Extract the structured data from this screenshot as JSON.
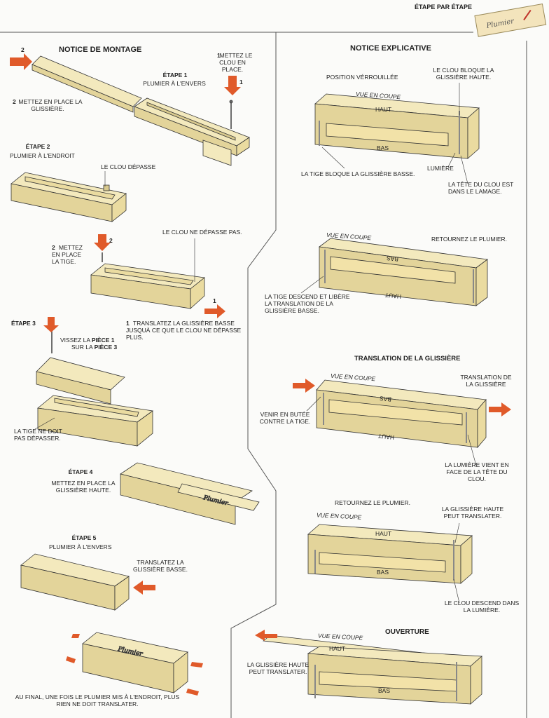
{
  "header": {
    "title": "ÉTAPE PAR ÉTAPE"
  },
  "left": {
    "title": "NOTICE DE MONTAGE",
    "arrow_num_2": "2",
    "arrow_num_1": "1",
    "s1_note_num": "1",
    "s1_note": "METTEZ LE CLOU EN PLACE.",
    "etape1_title": "ÉTAPE 1",
    "etape1_sub": "PLUMIER À L'ENVERS",
    "s1_glissiere_num": "2",
    "s1_glissiere": "METTEZ EN PLACE LA GLISSIÈRE.",
    "etape2_title": "ÉTAPE 2",
    "etape2_sub": "PLUMIER À L'ENDROIT",
    "clou_depasse": "LE CLOU DÉPASSE",
    "clou_ne_depasse": "LE CLOU NE DÉPASSE PAS.",
    "tige_num": "2",
    "tige": "METTEZ EN PLACE LA TIGE.",
    "arrow_num_2b": "2",
    "translatez_num": "1",
    "translatez": "TRANSLATEZ LA GLISSIÈRE BASSE JUSQUÀ CE QUE LE CLOU NE DÉPASSE PLUS.",
    "arrow_num_1b": "1",
    "etape3_title": "ÉTAPE 3",
    "vissez_a": "VISSEZ LA ",
    "vissez_b": "PIÈCE 1",
    "vissez_c": "SUR LA ",
    "vissez_d": "PIÈCE 3",
    "tige_pas": "LA TIGE NE DOIT PAS DÉPASSER.",
    "etape4_title": "ÉTAPE 4",
    "etape4_sub": "METTEZ EN PLACE LA GLISSIÈRE HAUTE.",
    "etape5_title": "ÉTAPE 5",
    "etape5_sub": "PLUMIER À L'ENVERS",
    "translatez_basse": "TRANSLATEZ LA GLISSIÈRE BASSE.",
    "final": "AU FINAL, UNE FOIS LE PLUMIER MIS À L'ENDROIT, PLUS RIEN NE DOIT TRANSLATER."
  },
  "right": {
    "title": "NOTICE  EXPLICATIVE",
    "pos_verr": "POSITION VÉRROUILLÉE",
    "clou_bloque": "LE CLOU BLOQUE LA GLISSIÈRE HAUTE.",
    "vue": "VUE EN COUPE",
    "haut": "HAUT",
    "bas": "BAS",
    "tige_bloque": "LA TIGE BLOQUE LA GLISSIÈRE BASSE.",
    "lumiere": "LUMIÈRE",
    "tete_clou": "LA TÊTE DU CLOU EST DANS LE LAMAGE.",
    "retournez": "RETOURNEZ LE PLUMIER.",
    "tige_descend": "LA TIGE DESCEND ET LIBÈRE LA TRANSLATION DE LA GLISSIÈRE BASSE.",
    "translation_title": "TRANSLATION DE LA GLISSIÈRE",
    "translation_de": "TRANSLATION DE LA GLISSIÈRE",
    "venir": "VENIR EN BUTÉE CONTRE LA TIGE.",
    "lumiere_face": "LA LUMIÈRE VIENT EN FACE DE LA TÊTE DU CLOU.",
    "retournez2": "RETOURNEZ LE PLUMIER.",
    "glissiere_haute": "LA GLISSIÈRE HAUTE PEUT TRANSLATER.",
    "clou_descend": "LE CLOU DESCEND DANS LA LUMIÈRE.",
    "ouverture": "OUVERTURE",
    "glissiere_haute2": "LA GLISSIÈRE HAUTE PEUT TRANSLATER."
  },
  "colors": {
    "wood": "#f3e9bd",
    "wood_dark": "#e3d49a",
    "inner": "#eadba0",
    "arrow": "#e05a2a",
    "stroke": "#333333",
    "frame": "#555555"
  }
}
